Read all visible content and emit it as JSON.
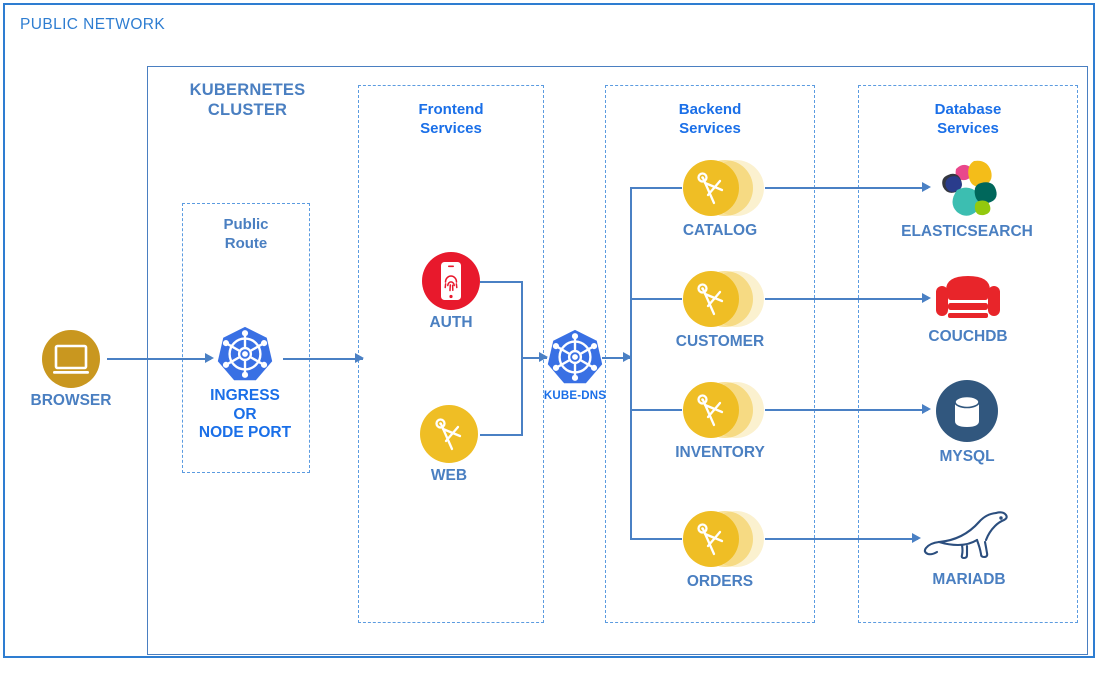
{
  "diagram": {
    "public_network_label": "PUBLIC NETWORK",
    "cluster_title": "KUBERNETES\nCLUSTER",
    "colors": {
      "frame_blue": "#2E7DD1",
      "cluster_blue": "#4A7FC1",
      "dash_blue": "#5B9BE0",
      "title_blue": "#1A6FE8",
      "label_blue": "#4A7FC1",
      "wire_blue": "#4A80C4",
      "k8s_blue": "#3970E4",
      "gold": "#EFBE25",
      "browser_gold": "#C9971F",
      "auth_red": "#E8192C",
      "couchdb_red": "#E8252A",
      "mysql_navy": "#31577E",
      "mariadb_navy": "#2B4E7E"
    }
  },
  "zones": [
    {
      "id": "public-route",
      "title": "Public\nRoute"
    },
    {
      "id": "frontend",
      "title": "Frontend\nServices"
    },
    {
      "id": "backend",
      "title": "Backend\nServices"
    },
    {
      "id": "database",
      "title": "Database\nServices"
    }
  ],
  "nodes": {
    "browser": {
      "label": "BROWSER",
      "icon": "browser-monitor-icon"
    },
    "ingress": {
      "label": "INGRESS\nOR\nNODE PORT",
      "icon": "kubernetes-helm-icon"
    },
    "auth": {
      "label": "AUTH",
      "icon": "fingerprint-phone-icon"
    },
    "web": {
      "label": "WEB",
      "icon": "compass-service-icon"
    },
    "kube_dns": {
      "label": "KUBE-DNS",
      "icon": "kubernetes-helm-icon"
    }
  },
  "backend_services": [
    {
      "label": "CATALOG",
      "icon": "compass-service-icon"
    },
    {
      "label": "CUSTOMER",
      "icon": "compass-service-icon"
    },
    {
      "label": "INVENTORY",
      "icon": "compass-service-icon"
    },
    {
      "label": "ORDERS",
      "icon": "compass-service-icon"
    }
  ],
  "database_services": [
    {
      "label": "ELASTICSEARCH",
      "icon": "elasticsearch-icon"
    },
    {
      "label": "COUCHDB",
      "icon": "couchdb-sofa-icon"
    },
    {
      "label": "MYSQL",
      "icon": "mysql-cylinder-icon"
    },
    {
      "label": "MARIADB",
      "icon": "mariadb-seal-icon"
    }
  ]
}
